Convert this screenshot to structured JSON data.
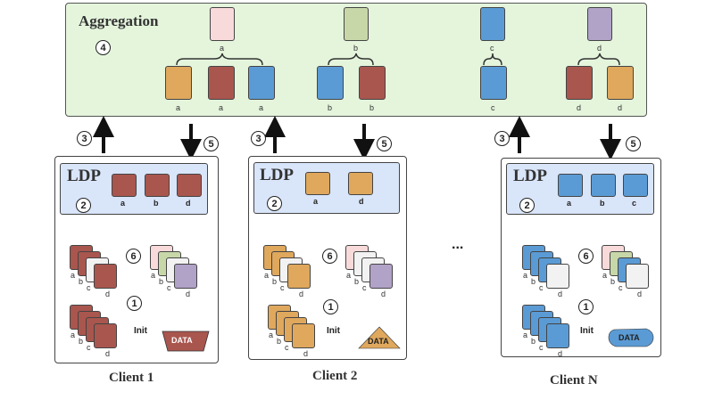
{
  "aggregation": {
    "title": "Aggregation",
    "step": "4",
    "top_labels": [
      "a",
      "b",
      "c",
      "d"
    ],
    "bottom_labels": [
      "a",
      "a",
      "a",
      "b",
      "b",
      "c",
      "d",
      "d"
    ]
  },
  "steps": {
    "s1": "1",
    "s2": "2",
    "s3": "3",
    "s5": "5",
    "s6": "6"
  },
  "init_label": "Init",
  "data_label": "DATA",
  "ldp_title": "LDP",
  "ellipsis": "...",
  "stack_labels": [
    "a",
    "b",
    "c",
    "d"
  ],
  "clients": [
    {
      "name": "Client 1",
      "ldp_labels": [
        "a",
        "b",
        "d"
      ]
    },
    {
      "name": "Client 2",
      "ldp_labels": [
        "a",
        "d"
      ]
    },
    {
      "name": "Client N",
      "ldp_labels": [
        "a",
        "b",
        "c"
      ]
    }
  ],
  "colors": {
    "red": "#a9564e",
    "orange": "#dfa85d",
    "blue": "#5b9bd5",
    "pink": "#f9dadb",
    "green": "#c8d7a8",
    "purple": "#b1a2c8",
    "white": "#f2f2f2",
    "agg_bg": "#e4f5dc",
    "ldp_bg": "#d9e5f9"
  }
}
